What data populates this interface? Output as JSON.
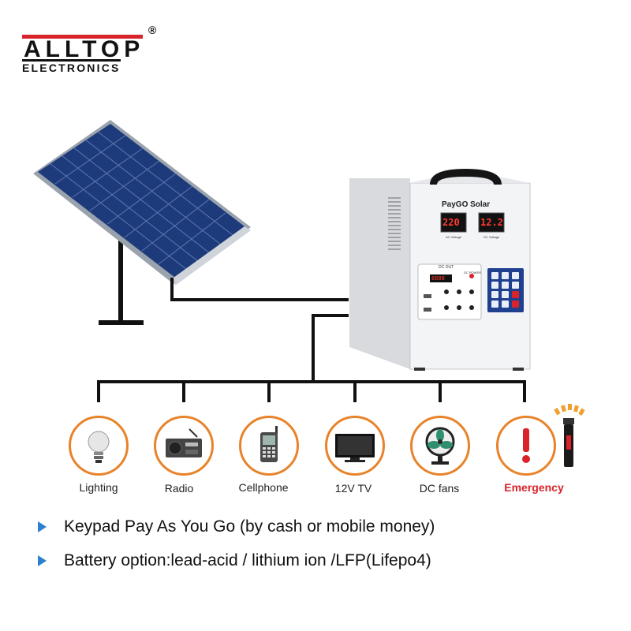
{
  "logo": {
    "brand_top": "ALLTOP",
    "brand_bottom": "ELECTRONICS",
    "registered": "®"
  },
  "generator": {
    "title": "PayGO Solar",
    "ac_display": "220",
    "dc_display": "12.2",
    "ac_label": "AC Voltage",
    "dc_label": "DC Voltage",
    "panel_title": "DC OUT",
    "panel_display": "8888",
    "power_label": "DC POWER"
  },
  "appliances": [
    {
      "label": "Lighting",
      "icon": "bulb-icon"
    },
    {
      "label": "Radio",
      "icon": "radio-icon"
    },
    {
      "label": "Cellphone",
      "icon": "cellphone-icon"
    },
    {
      "label": "12V TV",
      "icon": "tv-icon"
    },
    {
      "label": "DC fans",
      "icon": "fan-icon"
    },
    {
      "label": "Emergency",
      "icon": "exclamation-icon"
    }
  ],
  "bullets": [
    "Keypad Pay As You Go (by cash or mobile money)",
    "Battery option:lead-acid / lithium ion /LFP(Lifepo4)"
  ],
  "colors": {
    "accent": "#e8832a",
    "bullet": "#2f7fd0",
    "emergency": "#d9232a",
    "panel": "#1f3f8f"
  }
}
